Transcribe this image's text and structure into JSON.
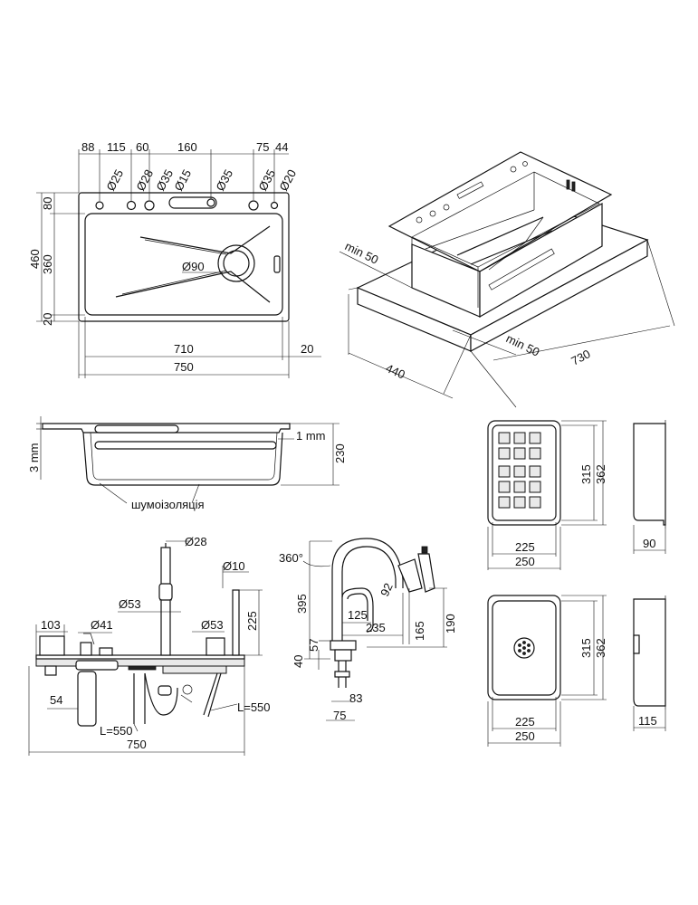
{
  "top_view": {
    "top_dims": [
      "88",
      "115",
      "60",
      "160",
      "75",
      "44"
    ],
    "holes": [
      "Ø25",
      "Ø28",
      "Ø35",
      "Ø15",
      "Ø35",
      "Ø35",
      "Ø20"
    ],
    "left_dims": [
      "80",
      "460",
      "360",
      "20"
    ],
    "drain": "Ø90",
    "bottom_dims": [
      "710",
      "20",
      "750"
    ]
  },
  "iso_view": {
    "min_left": "min 50",
    "min_right": "min 50",
    "depth": "440",
    "width": "730"
  },
  "section_view": {
    "thickness_left": "3 mm",
    "thickness_right": "1 mm",
    "height": "230",
    "insulation": "шумоізоляція"
  },
  "accessories_view": {
    "faucet_dia": "Ø28",
    "sprayer_dia": "Ø10",
    "faucet_base": "Ø53",
    "dispenser_w": "103",
    "dispenser_dia": "Ø41",
    "button_dia": "Ø53",
    "sprayer_h": "225",
    "bottle": "54",
    "hose_left": "L=550",
    "hose_right": "L=550",
    "total": "750"
  },
  "faucet_view": {
    "rotation": "360°",
    "height": "395",
    "spout_h": "190",
    "pull": "92",
    "reach1": "125",
    "reach2": "235",
    "inner_h": "165",
    "base_h": "57",
    "mount_h": "40",
    "thread": "83",
    "base_w": "75"
  },
  "colander_view": {
    "w_inner": "225",
    "w_outer": "250",
    "l_inner": "315",
    "l_outer": "362",
    "depth": "90"
  },
  "bowl_view": {
    "w_inner": "225",
    "w_outer": "250",
    "l_inner": "315",
    "l_outer": "362",
    "depth": "115"
  }
}
